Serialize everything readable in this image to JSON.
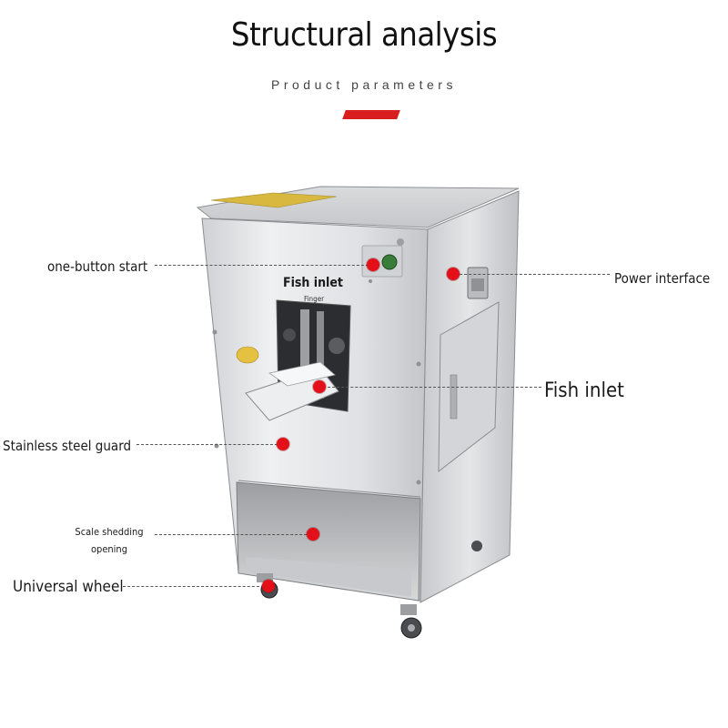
{
  "header": {
    "title": "Structural analysis",
    "subtitle": "Product parameters"
  },
  "callouts": {
    "one_button_start": "one-button start",
    "power_interface": "Power interface",
    "fish_inlet": "Fish inlet",
    "stainless_steel_guard": "Stainless steel guard",
    "scale_shedding_line1": "Scale shedding",
    "scale_shedding_line2": "opening",
    "universal_wheel": "Universal wheel"
  },
  "machine_labels": {
    "fish_inlet": "Fish inlet",
    "finger": "Finger"
  },
  "colors": {
    "accent_red": "#d81e1e",
    "callout_dot": "#e3101a",
    "steel_light": "#e8e9eb",
    "steel_dark": "#a9abae"
  }
}
